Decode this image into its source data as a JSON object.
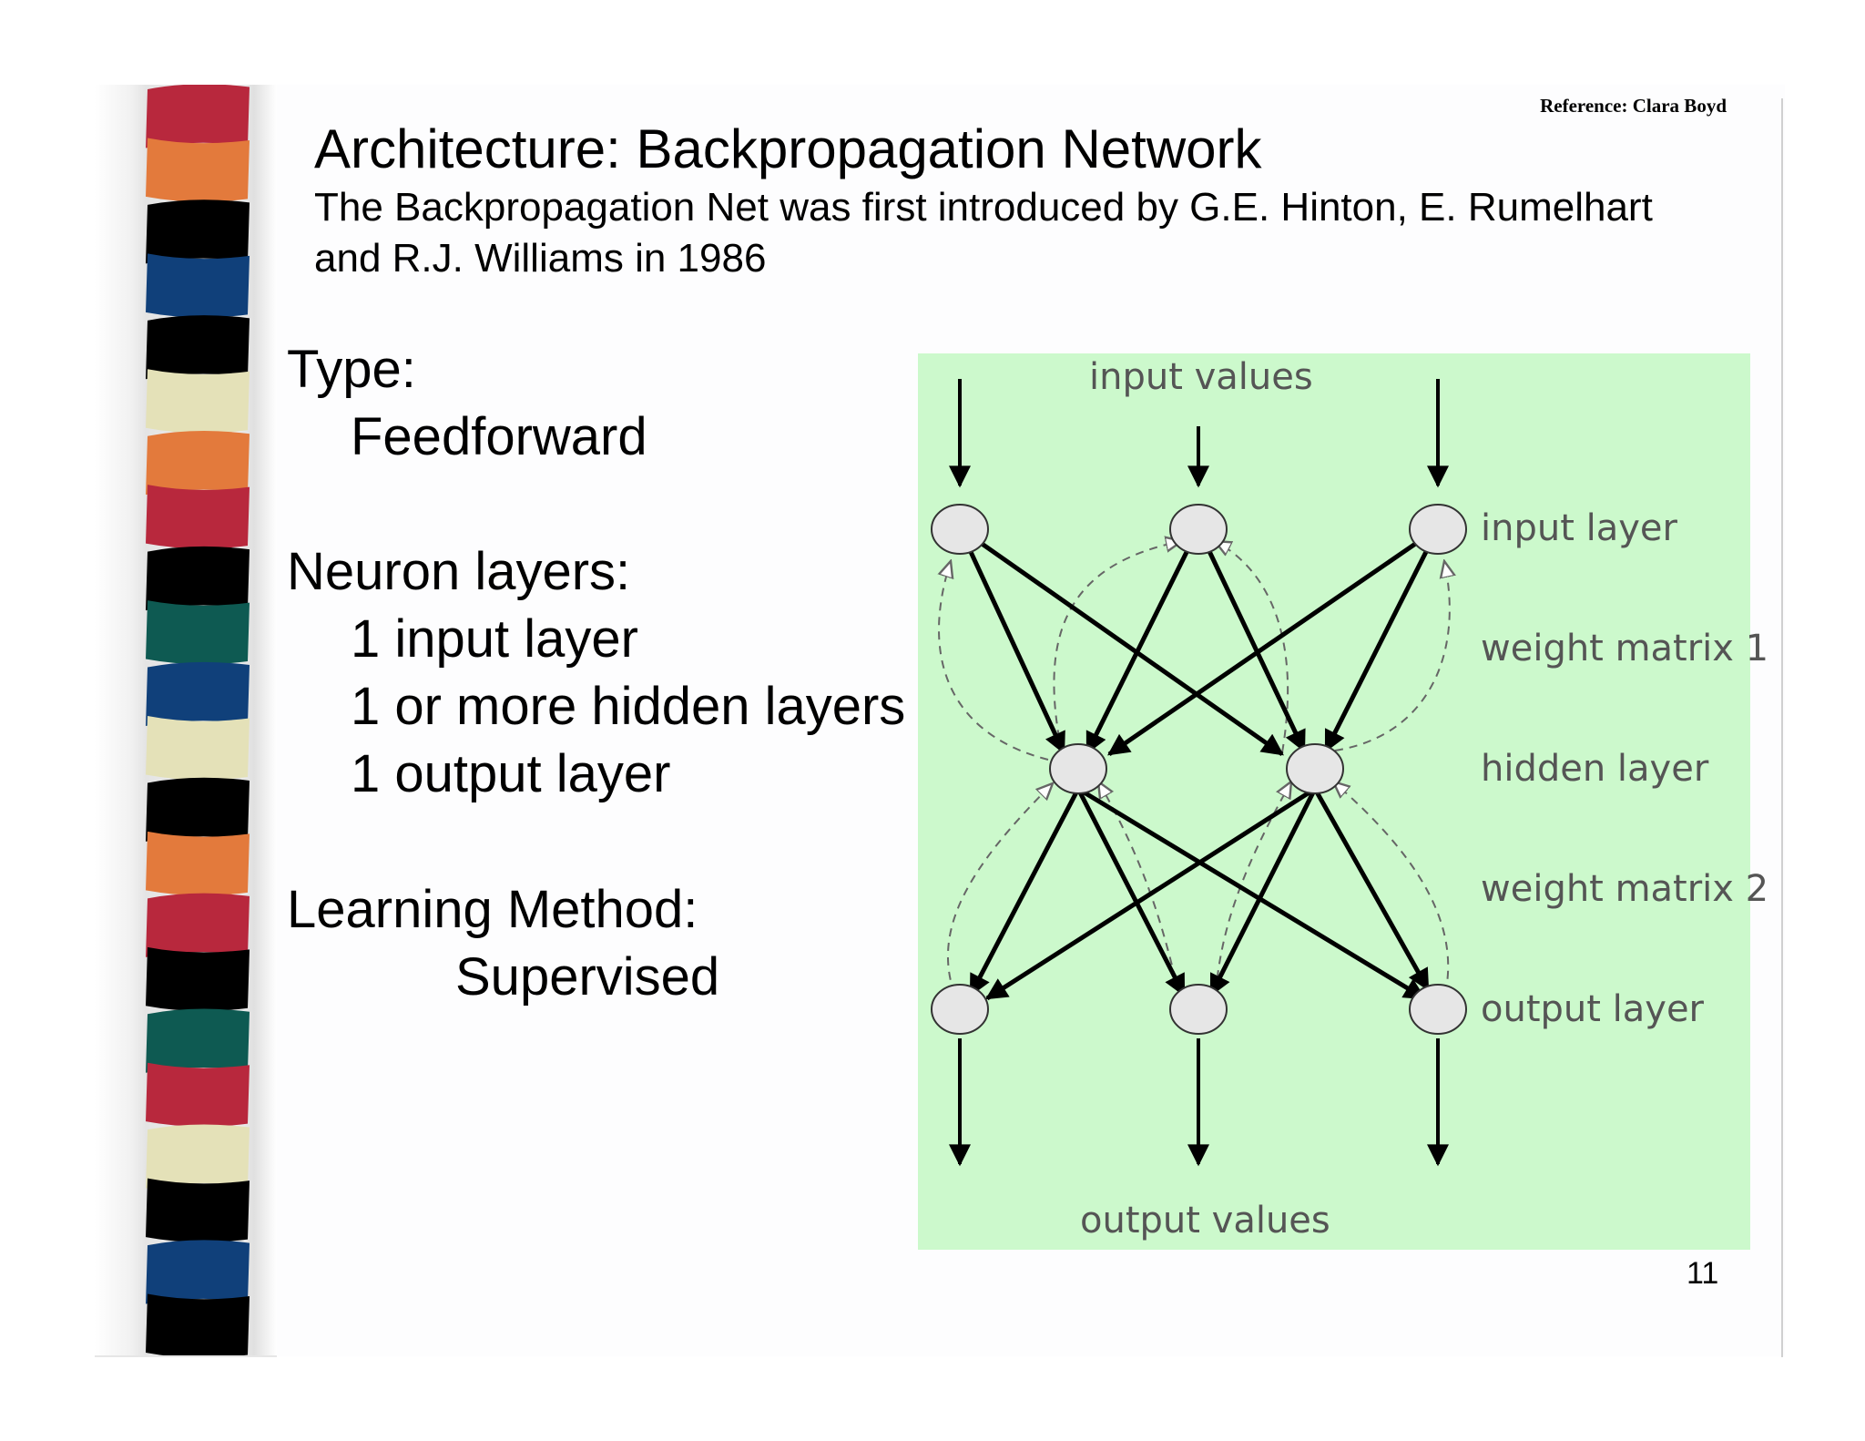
{
  "slide": {
    "reference": "Reference: Clara Boyd",
    "title": "Architecture: Backpropagation Network",
    "intro_line1": "The Backpropagation Net was first introduced by G.E. Hinton, E. Rumelhart",
    "intro_line2": "and R.J. Williams in 1986",
    "page_number": "11"
  },
  "content": {
    "type_heading": "Type:",
    "type_value": "Feedforward",
    "layers_heading": "Neuron layers:",
    "layers": [
      "1 input layer",
      "1 or more hidden layers",
      "1 output layer"
    ],
    "learning_heading": "Learning Method:",
    "learning_value": "Supervised"
  },
  "figure": {
    "top_label": "input values",
    "bottom_label": "output values",
    "layer_labels": [
      "input layer",
      "weight matrix 1",
      "hidden layer",
      "weight matrix 2",
      "output layer"
    ],
    "background_color": "#ccf9cc",
    "node_color": "#e6e6e6"
  },
  "decoration": {
    "strip_colors": [
      "#b8283d",
      "#e37a3c",
      "#000000",
      "#10407a",
      "#000000",
      "#e4e1b8",
      "#e37a3c",
      "#b8283d",
      "#000000",
      "#0e5a52",
      "#10407a",
      "#e4e1b8",
      "#000000",
      "#e37a3c",
      "#b8283d",
      "#000000",
      "#0e5a52",
      "#b8283d",
      "#e4e1b8",
      "#000000",
      "#10407a",
      "#000000"
    ]
  }
}
